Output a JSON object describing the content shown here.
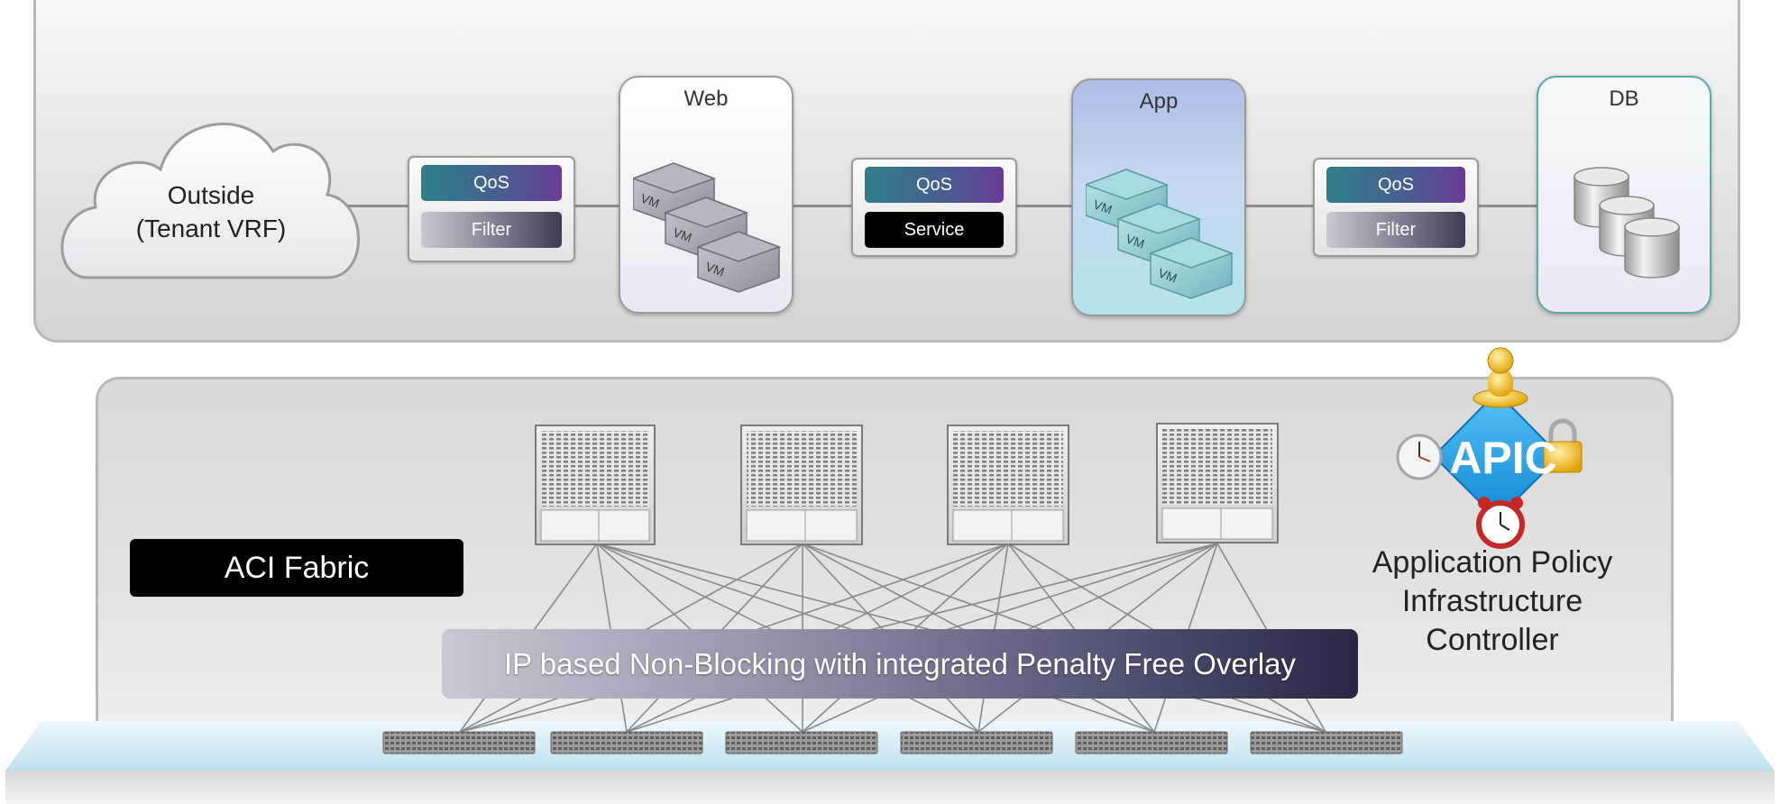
{
  "outside": {
    "line1": "Outside",
    "line2": "(Tenant VRF)"
  },
  "contracts": [
    {
      "top_label": "QoS",
      "bottom_label": "Filter"
    },
    {
      "top_label": "QoS",
      "bottom_label": "Service"
    },
    {
      "top_label": "QoS",
      "bottom_label": "Filter"
    }
  ],
  "epgs": [
    {
      "title": "Web",
      "vm_label": "VM"
    },
    {
      "title": "App",
      "vm_label": "VM"
    },
    {
      "title": "DB"
    }
  ],
  "fabric": {
    "label": "ACI Fabric",
    "overlay": "IP based Non-Blocking with integrated Penalty Free Overlay"
  },
  "apic": {
    "logo_text": "APIC",
    "caption_lines": [
      "Application Policy",
      "Infrastructure",
      "Controller"
    ]
  },
  "colors": {
    "qos_gradient_start": "#2f7f8a",
    "qos_gradient_end": "#6a3b97",
    "apic_blue": "#2aa3e8",
    "app_tint": "#aebde6",
    "db_border": "#5aa9a6"
  },
  "icons": [
    "cloud-icon",
    "vm-icon",
    "database-icon",
    "spine-switch-icon",
    "leaf-switch-icon",
    "clock-icon",
    "lock-icon",
    "user-icon",
    "alarm-clock-icon"
  ]
}
